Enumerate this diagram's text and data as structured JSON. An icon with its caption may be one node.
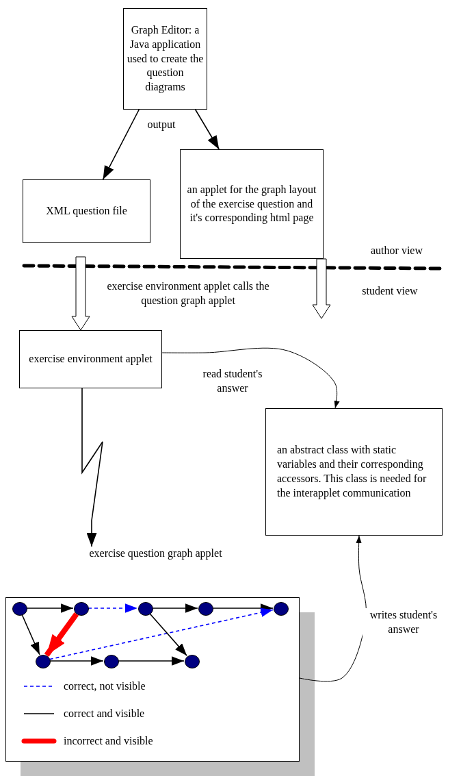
{
  "diagram": {
    "nodes": [
      {
        "text": [
          "Graph Editor: a Java application used to create the question diagrams"
        ]
      },
      {
        "text": [
          "XML question file"
        ]
      },
      {
        "text": [
          "an applet for the graph layout of the exercise question and it's corresponding html page"
        ]
      },
      {
        "text": [
          "exercise environment applet"
        ]
      },
      {
        "text": [
          "an abstract class with static variables and their corresponding accessors. This class is needed for the interapplet communication"
        ]
      },
      {
        "text": [
          "exercise question graph applet"
        ]
      },
      {
        "text": [],
        "shape": "box"
      },
      {
        "text": [],
        "shape": "circle",
        "in": 6
      },
      {
        "text": [],
        "shape": "circle",
        "in": 6
      },
      {
        "text": [],
        "shape": "circle",
        "in": 6
      },
      {
        "text": [],
        "shape": "circle",
        "in": 6
      },
      {
        "text": [],
        "shape": "circle",
        "in": 6
      },
      {
        "text": [],
        "shape": "circle",
        "in": 6
      },
      {
        "text": [],
        "shape": "circle",
        "in": 6
      },
      {
        "text": [],
        "shape": "circle",
        "in": 6
      }
    ],
    "edges": [
      {
        "from": 0,
        "to": 1,
        "arrow": "to"
      },
      {
        "from": 0,
        "to": 2,
        "arrow": "to"
      },
      {
        "from": 3,
        "to": 4,
        "arrow": "to",
        "label": "read student's answer"
      },
      {
        "from": 3,
        "to": 5,
        "arrow": "to"
      },
      {
        "from": null,
        "to": 3,
        "arrow": "to",
        "style": "thick"
      },
      {
        "from": 2,
        "to": null,
        "arrow": "to",
        "style": "thick"
      },
      {
        "from": 6,
        "to": 4,
        "arrow": "to",
        "label": "writes student's answer"
      },
      {
        "from": 7,
        "to": 8,
        "arrow": "to"
      },
      {
        "from": 8,
        "to": 9,
        "arrow": "to",
        "style": "dashed",
        "color": "#0000ff"
      },
      {
        "from": 9,
        "to": 10,
        "arrow": "to"
      },
      {
        "from": 10,
        "to": 11,
        "arrow": "to"
      },
      {
        "from": 7,
        "to": 12,
        "arrow": "to"
      },
      {
        "from": 8,
        "to": 12,
        "arrow": "to",
        "style": "thick",
        "color": "#ff0000"
      },
      {
        "from": 12,
        "to": 11,
        "arrow": "to",
        "style": "dashed",
        "color": "#0000ff"
      },
      {
        "from": 9,
        "to": 14,
        "arrow": "to"
      },
      {
        "from": 12,
        "to": 13,
        "arrow": "to"
      },
      {
        "from": 13,
        "to": 14,
        "arrow": "to"
      }
    ],
    "labels": [
      "output",
      "author view",
      "student view",
      "exercise environment applet calls the question graph applet"
    ],
    "legend": [
      {
        "text": "correct, not visible"
      },
      {
        "text": "correct and visible"
      },
      {
        "text": "incorrect and visible"
      }
    ]
  }
}
